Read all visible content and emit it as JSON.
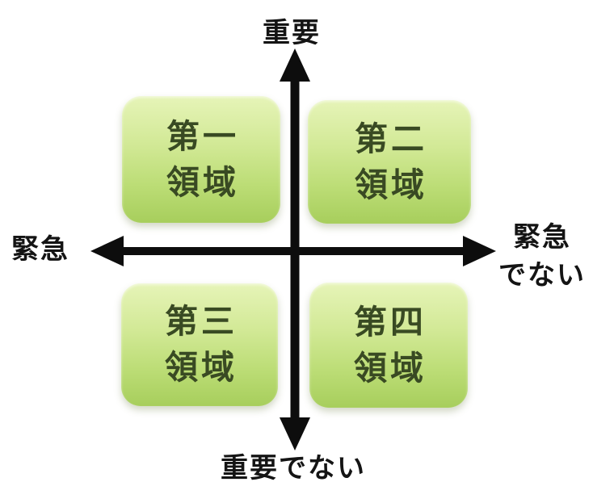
{
  "diagram": {
    "type": "quadrant-matrix",
    "axes": {
      "top_label": "重要",
      "bottom_label": "重要でない",
      "left_label": "緊急",
      "right_label_line1": "緊急",
      "right_label_line2": "でない"
    },
    "quadrants": [
      {
        "name": "first-quadrant",
        "line1": "第一",
        "line2": "領域"
      },
      {
        "name": "second-quadrant",
        "line1": "第二",
        "line2": "領域"
      },
      {
        "name": "third-quadrant",
        "line1": "第三",
        "line2": "領域"
      },
      {
        "name": "fourth-quadrant",
        "line1": "第四",
        "line2": "領域"
      }
    ],
    "colors": {
      "box_gradient_top": "#e6f4b8",
      "box_gradient_bottom": "#a7ce5c",
      "box_text": "#394a23",
      "axis": "#0d0d0d",
      "label_text": "#141414",
      "background": "#ffffff"
    }
  }
}
